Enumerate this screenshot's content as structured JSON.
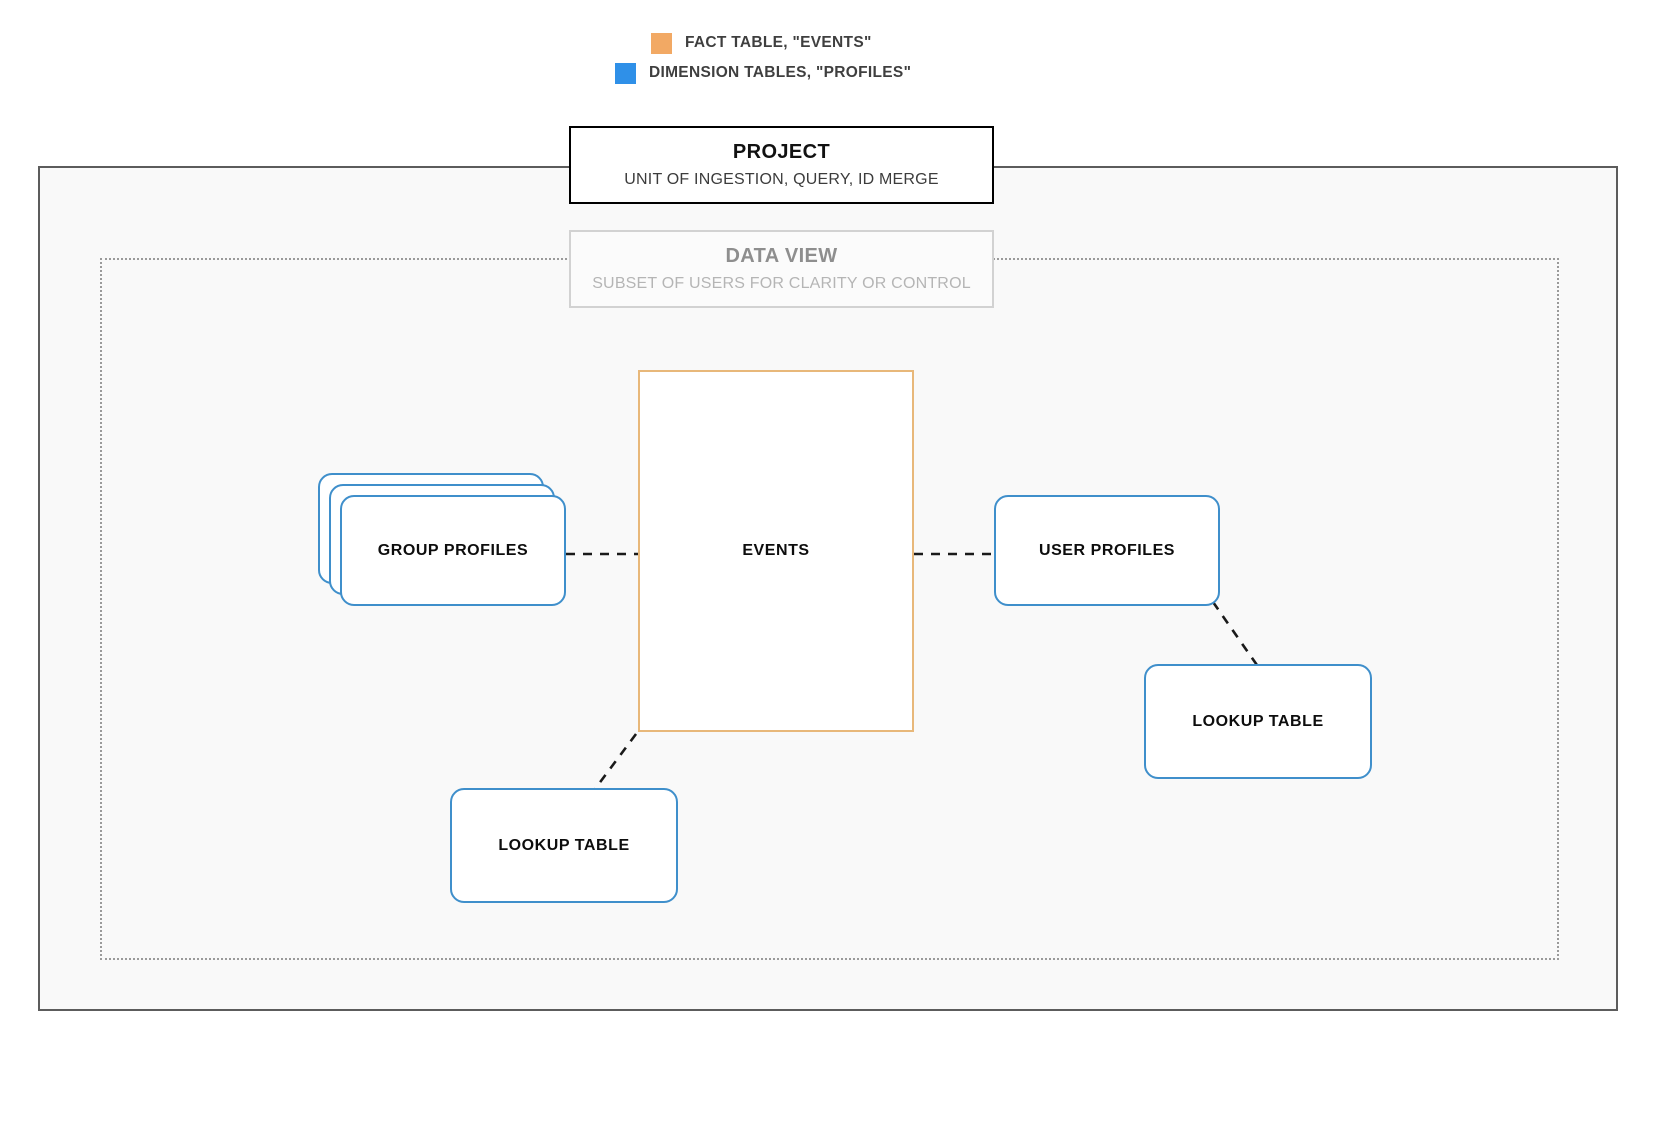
{
  "legend": {
    "items": [
      {
        "swatch_color": "#F2A964",
        "label": "FACT TABLE, \"EVENTS\"",
        "icon": "square-swatch-icon"
      },
      {
        "swatch_color": "#2F90E8",
        "label": "DIMENSION TABLES, \"PROFILES\"",
        "icon": "square-swatch-icon"
      }
    ]
  },
  "project": {
    "title": "PROJECT",
    "subtitle": "UNIT OF INGESTION, QUERY, ID MERGE",
    "border_color": "#000000"
  },
  "data_view": {
    "title": "DATA VIEW",
    "subtitle": "SUBSET OF USERS FOR CLARITY OR CONTROL",
    "border_color": "#D2D2D2",
    "text_color": "#8E8E8E"
  },
  "nodes": {
    "events": {
      "label": "EVENTS",
      "border_color": "#E8B87A",
      "shape": "rectangle"
    },
    "group_profiles": {
      "label": "GROUP PROFILES",
      "border_color": "#3F8FCB",
      "shape": "stacked-rounded-rectangle",
      "stack_count": 3
    },
    "user_profiles": {
      "label": "USER PROFILES",
      "border_color": "#3F8FCB",
      "shape": "rounded-rectangle"
    },
    "lookup_table_right": {
      "label": "LOOKUP TABLE",
      "border_color": "#3F8FCB",
      "shape": "rounded-rectangle"
    },
    "lookup_table_left": {
      "label": "LOOKUP TABLE",
      "border_color": "#3F8FCB",
      "shape": "rounded-rectangle"
    }
  },
  "connectors": [
    {
      "name": "group-profiles-to-events",
      "style": "dashed",
      "color": "#1A1A1A"
    },
    {
      "name": "events-to-user-profiles",
      "style": "dashed",
      "color": "#1A1A1A"
    },
    {
      "name": "user-profiles-to-lookup-table-right",
      "style": "dashed",
      "color": "#1A1A1A"
    },
    {
      "name": "events-to-lookup-table-left",
      "style": "dashed",
      "color": "#1A1A1A"
    }
  ],
  "containers": {
    "outer": {
      "name": "project-container",
      "border_color": "#5C5C5C",
      "fill": "#F9F9F9",
      "border_style": "solid"
    },
    "inner": {
      "name": "data-view-container",
      "border_color": "#9A9A9A",
      "border_style": "dotted"
    }
  }
}
